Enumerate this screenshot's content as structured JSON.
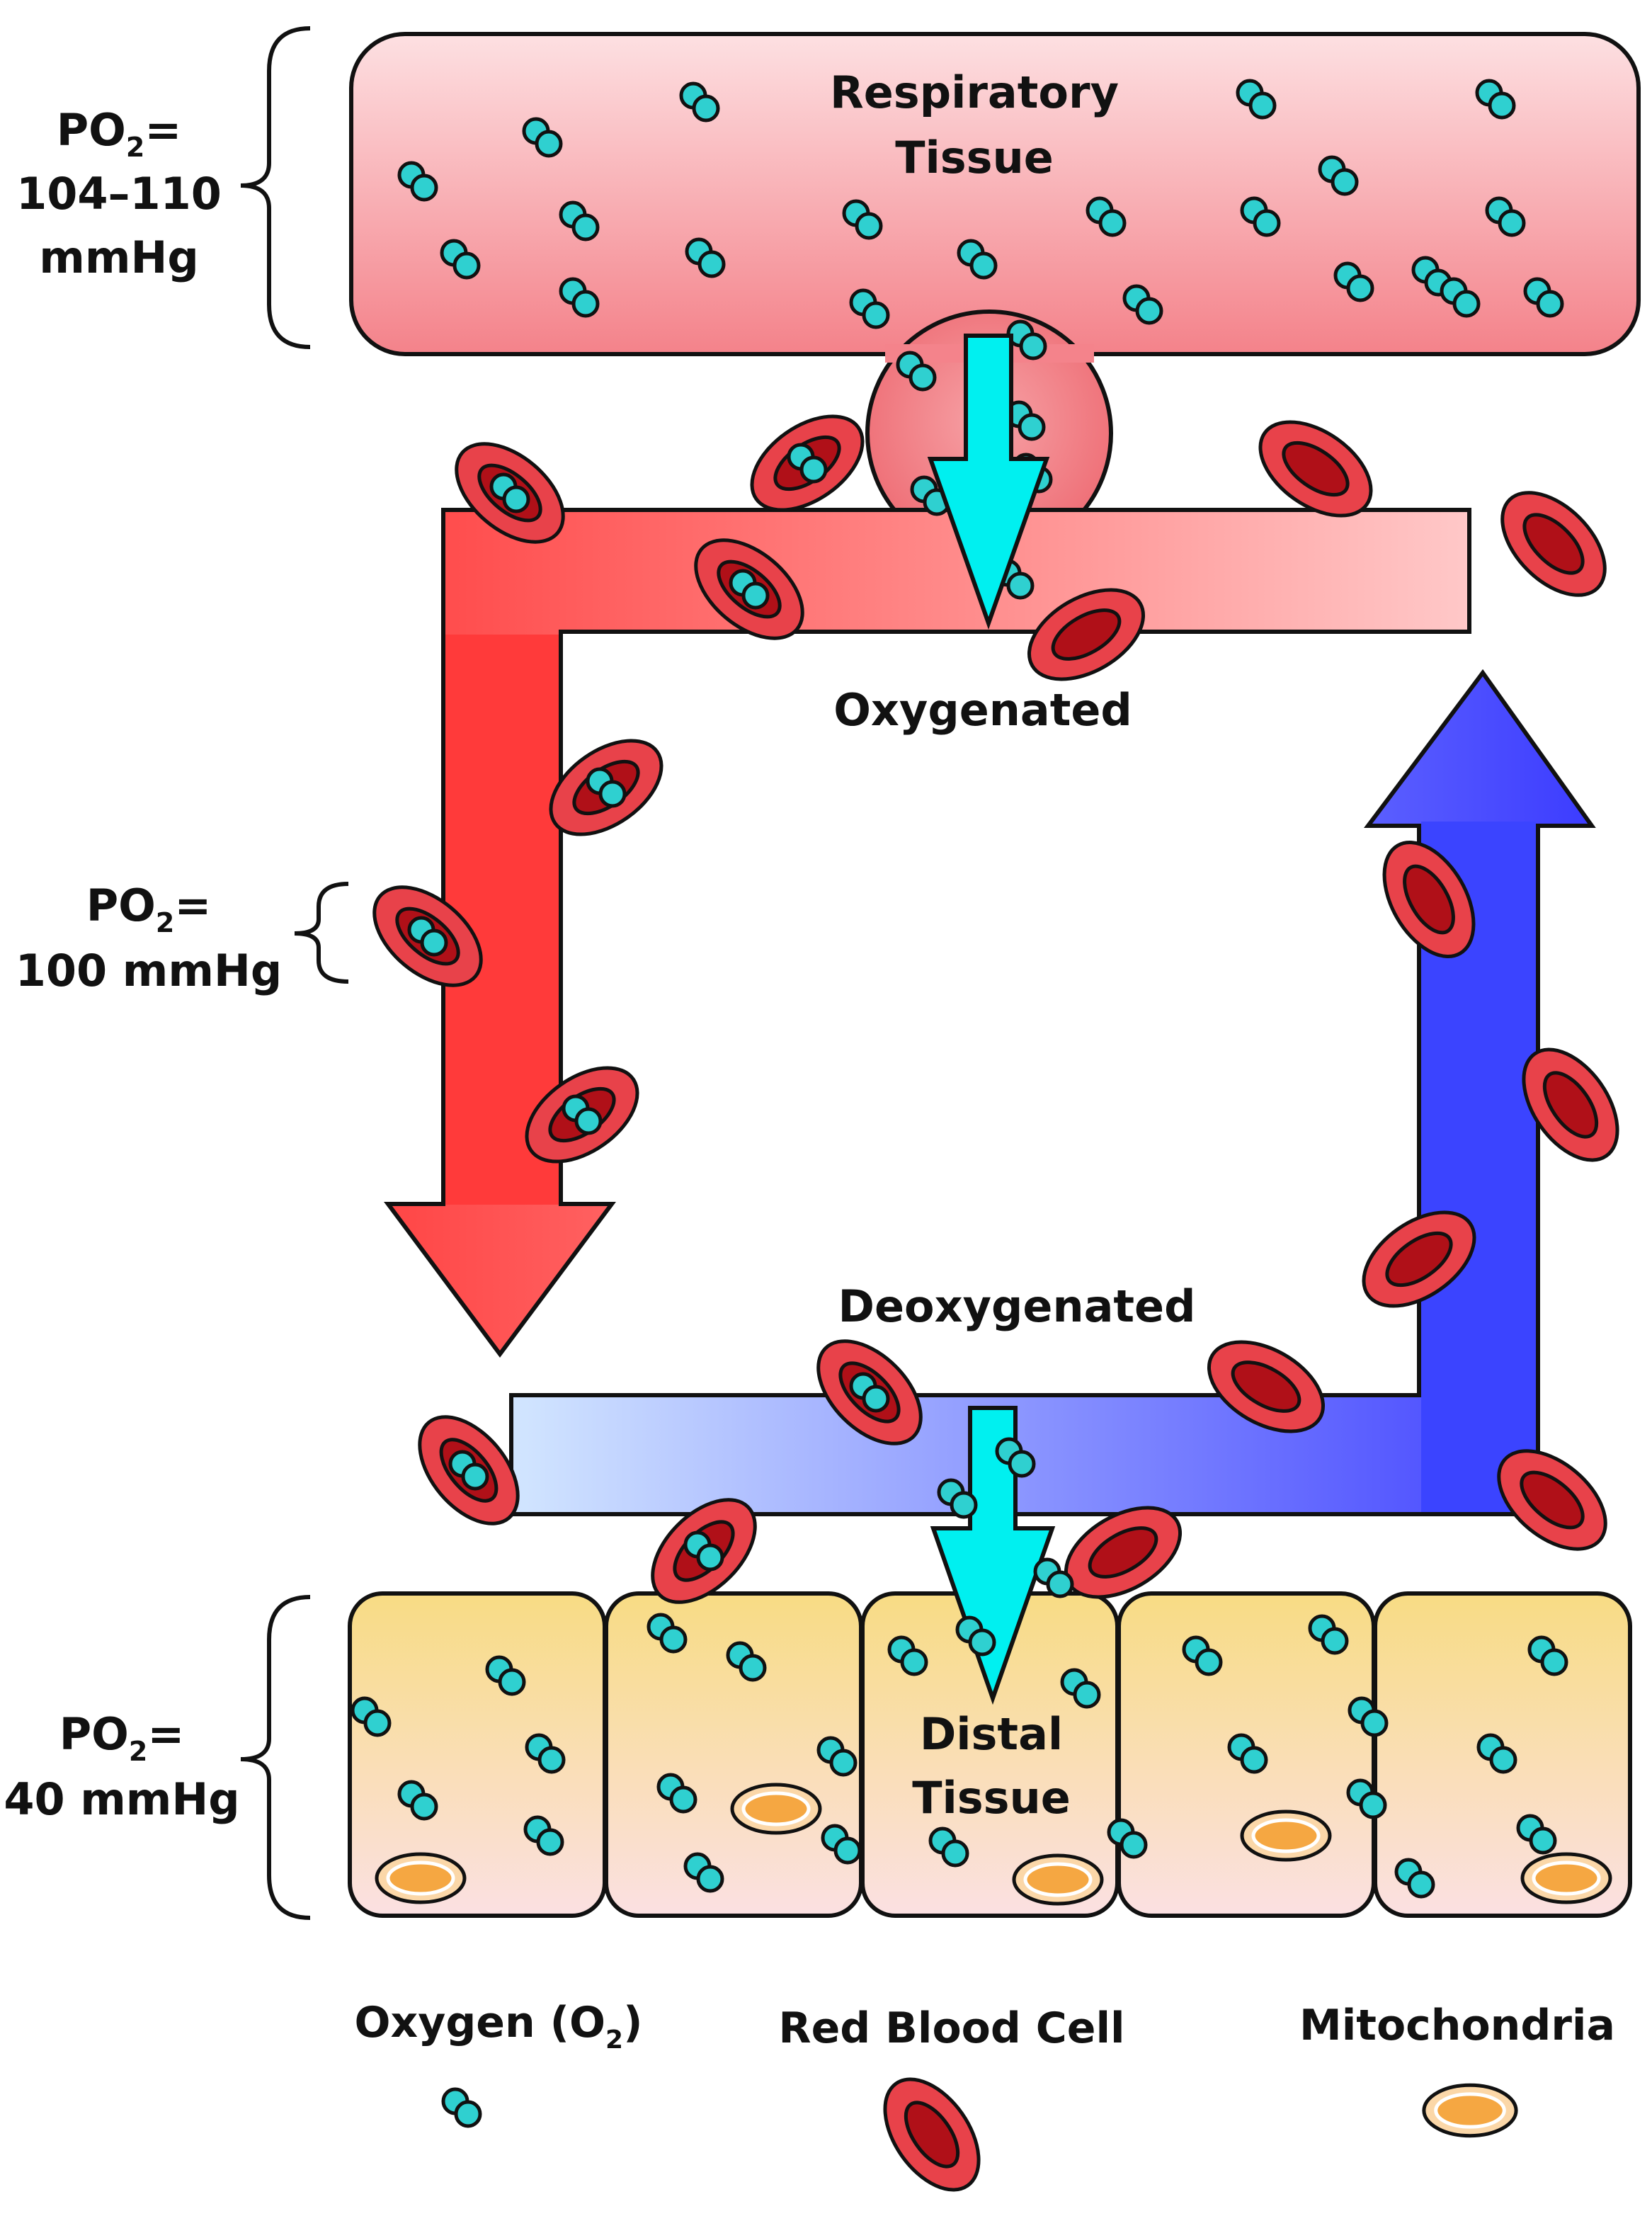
{
  "labels": {
    "respiratory_line1": "Respiratory",
    "respiratory_line2": "Tissue",
    "oxygenated": "Oxygenated",
    "deoxygenated": "Deoxygenated",
    "distal_line1": "Distal",
    "distal_line2": "Tissue"
  },
  "pressures": {
    "top": {
      "prefix": "PO",
      "sub": "2",
      "suffix": "=",
      "line2": "104–110",
      "line3": "mmHg"
    },
    "middle": {
      "prefix": "PO",
      "sub": "2",
      "suffix": "=",
      "line2": "100 mmHg"
    },
    "bottom": {
      "prefix": "PO",
      "sub": "2",
      "suffix": "=",
      "line2": "40 mmHg"
    }
  },
  "legend": {
    "oxygen_prefix": "Oxygen (O",
    "oxygen_sub": "2",
    "oxygen_suffix": ")",
    "rbc": "Red Blood Cell",
    "mitochondria": "Mitochondria"
  },
  "colors": {
    "oxygen": "#2fd0d0",
    "rbc_outer": "#e8424a",
    "rbc_inner": "#b01018",
    "oxygenated_arrow": "#ff3a3a",
    "deoxygenated_arrow": "#3b44ff",
    "transfer_arrow": "#00f0f0",
    "mitochondria": "#f5a742",
    "distal_cell": "#f8df8a"
  }
}
